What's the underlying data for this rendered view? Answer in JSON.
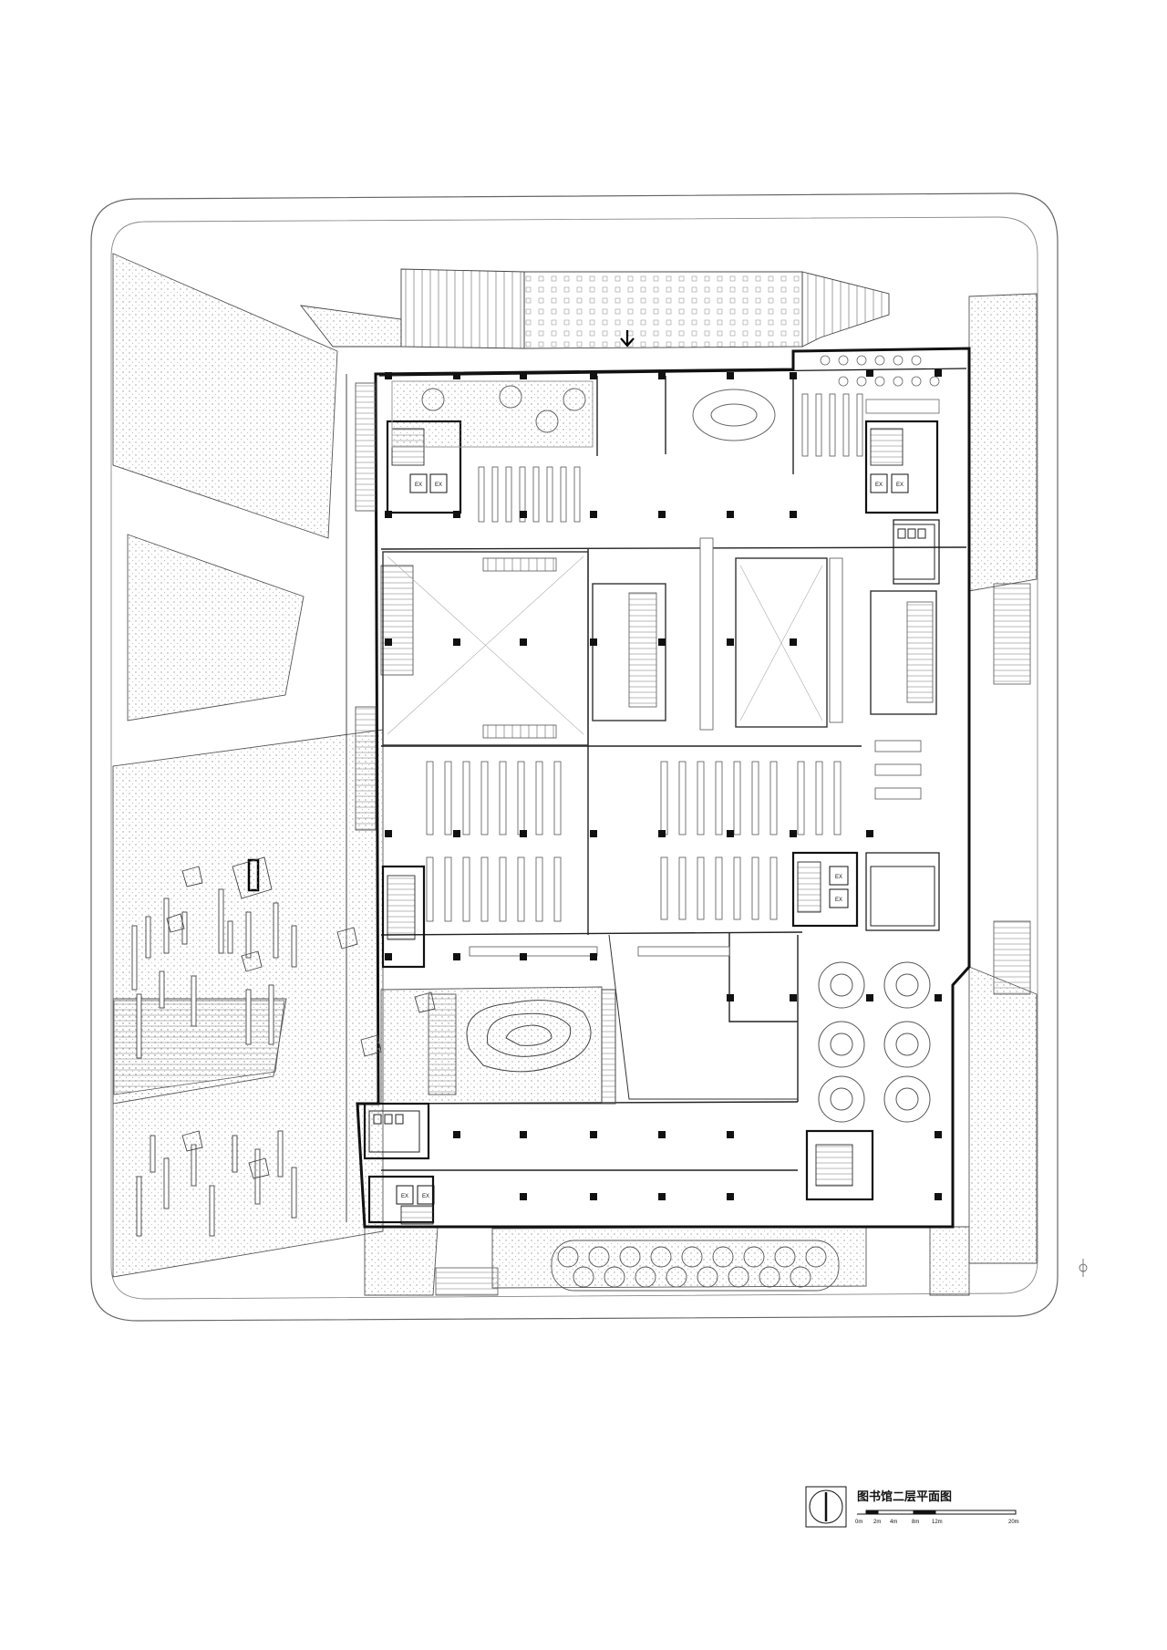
{
  "drawing": {
    "title": "图书馆二层平面图",
    "elevator_labels": [
      "EX",
      "EX",
      "EX",
      "EX",
      "EX",
      "EX",
      "EX",
      "EX"
    ],
    "scale_labels": [
      "0m",
      "2m",
      "4m",
      "8m",
      "12m",
      "20m"
    ],
    "colors": {
      "line": "#333333",
      "hatch": "#bbbbbb",
      "wall": "#111111",
      "bg": "#ffffff"
    }
  }
}
